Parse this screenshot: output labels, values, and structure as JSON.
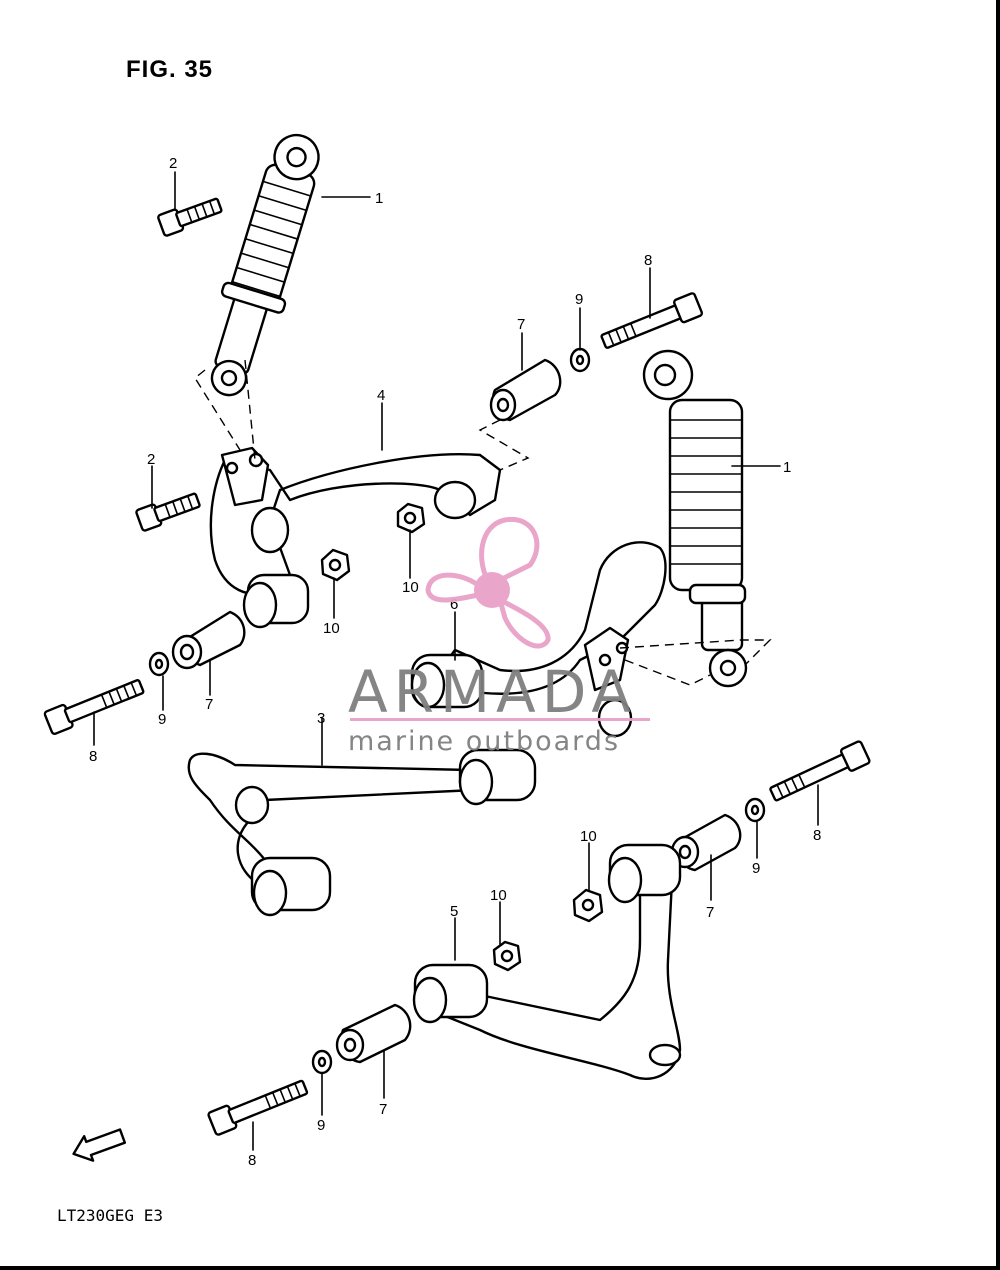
{
  "figure_title": "FIG. 35",
  "model_code": "LT230GEG E3",
  "fwd_label": "FWD",
  "watermark": {
    "brand": "ARMADA",
    "tagline": "marine outboards",
    "logo_color": "#e8a2c8",
    "line_color": "#e8a2c8",
    "text_color": "#7f7f7f",
    "logo_icon": "propeller-icon"
  },
  "callouts": [
    {
      "id": "c1a",
      "label": "1"
    },
    {
      "id": "c2a",
      "label": "2"
    },
    {
      "id": "c1b",
      "label": "1"
    },
    {
      "id": "c8a",
      "label": "8"
    },
    {
      "id": "c9a",
      "label": "9"
    },
    {
      "id": "c7a",
      "label": "7"
    },
    {
      "id": "c4",
      "label": "4"
    },
    {
      "id": "c2b",
      "label": "2"
    },
    {
      "id": "c10a",
      "label": "10"
    },
    {
      "id": "c10b",
      "label": "10"
    },
    {
      "id": "c6",
      "label": "6"
    },
    {
      "id": "c9b",
      "label": "9"
    },
    {
      "id": "c7b",
      "label": "7"
    },
    {
      "id": "c8b",
      "label": "8"
    },
    {
      "id": "c3",
      "label": "3"
    },
    {
      "id": "c8c",
      "label": "8"
    },
    {
      "id": "c10c",
      "label": "10"
    },
    {
      "id": "c9c",
      "label": "9"
    },
    {
      "id": "c7c",
      "label": "7"
    },
    {
      "id": "c10d",
      "label": "10"
    },
    {
      "id": "c5",
      "label": "5"
    },
    {
      "id": "c9d",
      "label": "9"
    },
    {
      "id": "c7d",
      "label": "7"
    },
    {
      "id": "c8d",
      "label": "8"
    }
  ]
}
